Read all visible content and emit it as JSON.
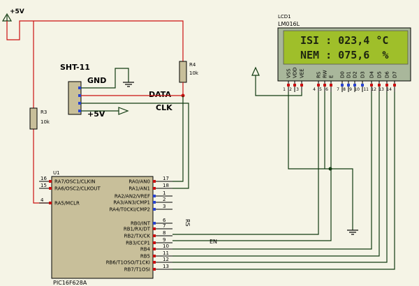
{
  "vcc": {
    "label": "+5V"
  },
  "sht11": {
    "title": "SHT-11",
    "gnd": "GND",
    "data": "DATA",
    "clk": "CLK",
    "vcc": "+5V"
  },
  "r3": {
    "ref": "R3",
    "value": "10k"
  },
  "r4": {
    "ref": "R4",
    "value": "10k"
  },
  "mcu": {
    "ref": "U1",
    "part": "PIC16F628A",
    "left_pins": [
      {
        "num": "16",
        "name": "RA7/OSC1/CLKIN"
      },
      {
        "num": "15",
        "name": "RA6/OSC2/CLKOUT"
      },
      {
        "num": "4",
        "name": "RA5/MCLR"
      }
    ],
    "right_pins": [
      {
        "num": "17",
        "name": "RA0/AN0"
      },
      {
        "num": "18",
        "name": "RA1/AN1"
      },
      {
        "num": "1",
        "name": "RA2/AN2/VREF"
      },
      {
        "num": "2",
        "name": "RA3/AN3/CMP1"
      },
      {
        "num": "3",
        "name": "RA4/T0CKI/CMP2"
      },
      {
        "num": "6",
        "name": "RB0/INT"
      },
      {
        "num": "7",
        "name": "RB1/RX/DT"
      },
      {
        "num": "8",
        "name": "RB2/TX/CK"
      },
      {
        "num": "9",
        "name": "RB3/CCP1"
      },
      {
        "num": "10",
        "name": "RB4"
      },
      {
        "num": "11",
        "name": "RB5"
      },
      {
        "num": "12",
        "name": "RB6/T1OSO/T1CKI"
      },
      {
        "num": "13",
        "name": "RB7/T1OSI"
      }
    ]
  },
  "lcd": {
    "ref": "LCD1",
    "part": "LM016L",
    "line1": "ISI : 023,4 °C",
    "line2": "NEM : 075,6  %",
    "pins": [
      {
        "name": "VSS",
        "num": "1"
      },
      {
        "name": "VDD",
        "num": "2"
      },
      {
        "name": "VEE",
        "num": "3"
      },
      {
        "name": "RS",
        "num": "4"
      },
      {
        "name": "RW",
        "num": "5"
      },
      {
        "name": "E",
        "num": "6"
      },
      {
        "name": "D0",
        "num": "7"
      },
      {
        "name": "D1",
        "num": "8"
      },
      {
        "name": "D2",
        "num": "9"
      },
      {
        "name": "D3",
        "num": "10"
      },
      {
        "name": "D4",
        "num": "11"
      },
      {
        "name": "D5",
        "num": "12"
      },
      {
        "name": "D6",
        "num": "13"
      },
      {
        "name": "D7",
        "num": "14"
      }
    ]
  },
  "nets": {
    "rs": "RS",
    "en": "EN"
  }
}
